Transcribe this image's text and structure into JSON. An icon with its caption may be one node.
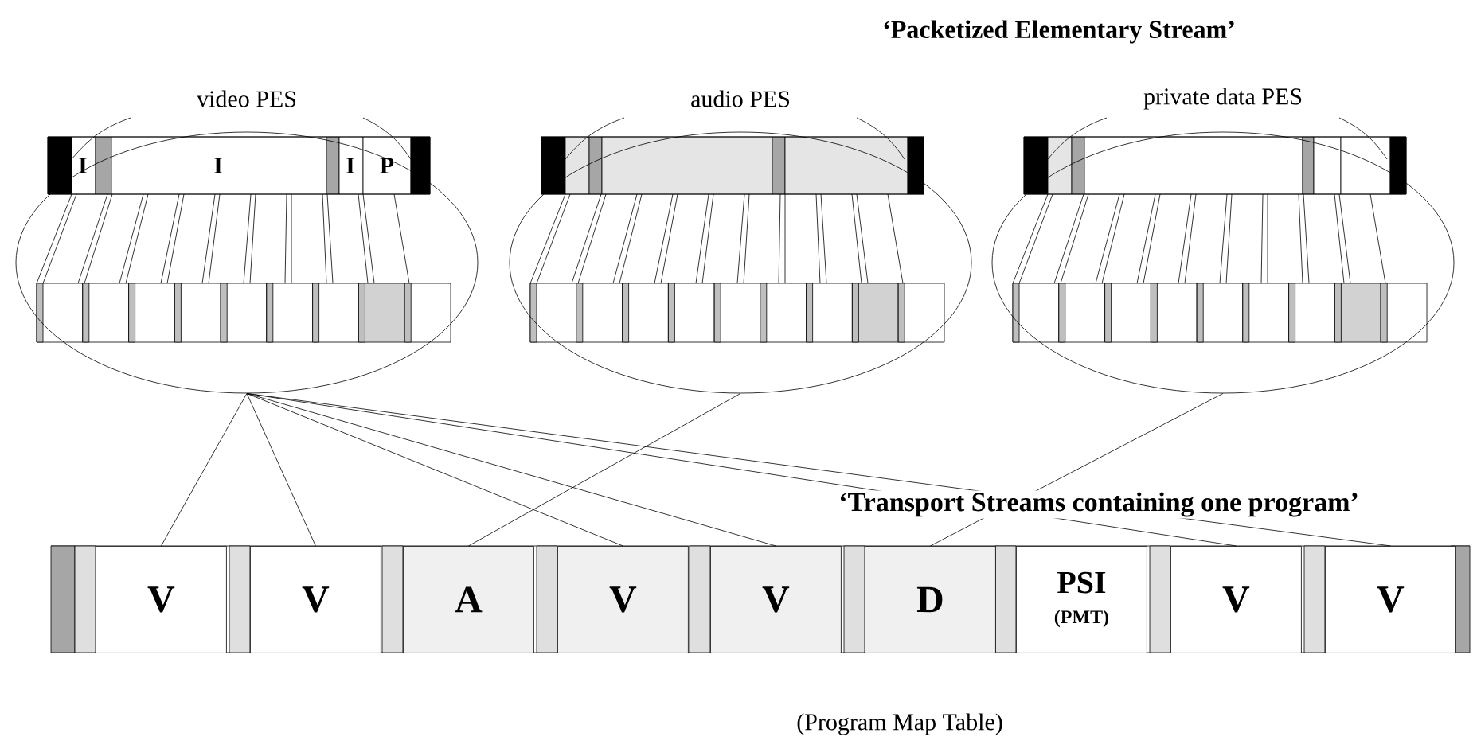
{
  "diagram": {
    "nodes": [
      {
        "text": [
          "video PES"
        ]
      },
      {
        "text": [
          "audio PES"
        ]
      },
      {
        "text": [
          "private data PES"
        ]
      },
      {
        "text": [
          "V"
        ]
      },
      {
        "text": [
          "V"
        ]
      },
      {
        "text": [
          "A"
        ]
      },
      {
        "text": [
          "V"
        ]
      },
      {
        "text": [
          "V"
        ]
      },
      {
        "text": [
          "D"
        ]
      },
      {
        "text": [
          "PSI",
          "(PMT)"
        ]
      },
      {
        "text": [
          "V"
        ]
      },
      {
        "text": [
          "V"
        ]
      }
    ],
    "edges": [
      {
        "from": 0,
        "to": 3,
        "arrow": "none"
      },
      {
        "from": 0,
        "to": 4,
        "arrow": "none"
      },
      {
        "from": 1,
        "to": 5,
        "arrow": "none"
      },
      {
        "from": 0,
        "to": 6,
        "arrow": "none"
      },
      {
        "from": 0,
        "to": 7,
        "arrow": "none"
      },
      {
        "from": 2,
        "to": 8,
        "arrow": "none"
      },
      {
        "from": 0,
        "to": 10,
        "arrow": "none"
      },
      {
        "from": 0,
        "to": 11,
        "arrow": "none"
      }
    ],
    "labels": [
      "‘Packetized Elementary Stream’",
      "I",
      "I",
      "I",
      "P",
      "‘Transport Streams containing one program’",
      "(Program Map Table)"
    ]
  }
}
